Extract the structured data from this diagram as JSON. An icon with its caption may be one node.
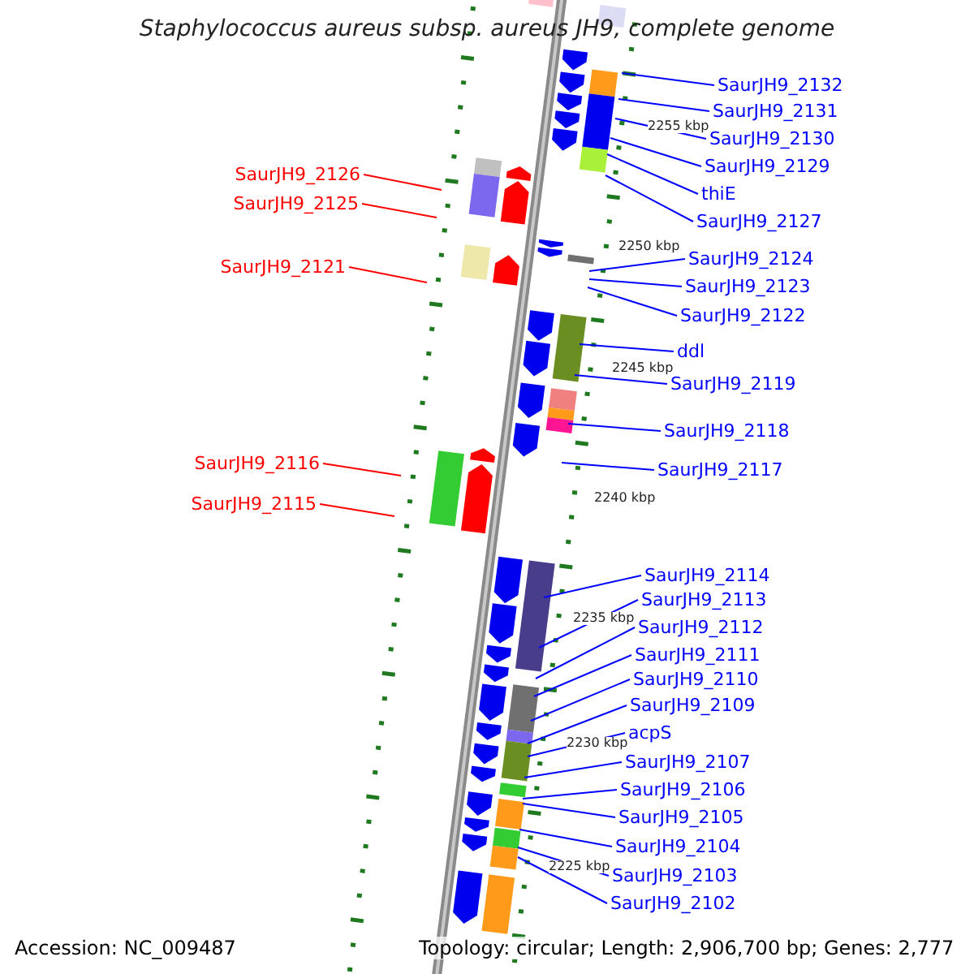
{
  "diagram": {
    "title": "Staphylococcus aureus subsp. aureus JH9, complete genome",
    "nodes": [
      {
        "text": [
          "SaurJH9_2132"
        ]
      },
      {
        "text": [
          "SaurJH9_2131"
        ]
      },
      {
        "text": [
          "SaurJH9_2130"
        ]
      },
      {
        "text": [
          "SaurJH9_2129"
        ]
      },
      {
        "text": [
          "SaurJH9_2126"
        ]
      },
      {
        "text": [
          "thiE"
        ]
      },
      {
        "text": [
          "SaurJH9_2125"
        ]
      },
      {
        "text": [
          "SaurJH9_2127"
        ]
      },
      {
        "text": [
          "SaurJH9_2124"
        ]
      },
      {
        "text": [
          "SaurJH9_2121"
        ]
      },
      {
        "text": [
          "SaurJH9_2123"
        ]
      },
      {
        "text": [
          "SaurJH9_2122"
        ]
      },
      {
        "text": [
          "ddl"
        ]
      },
      {
        "text": [
          "SaurJH9_2119"
        ]
      },
      {
        "text": [
          "SaurJH9_2118"
        ]
      },
      {
        "text": [
          "SaurJH9_2116"
        ]
      },
      {
        "text": [
          "SaurJH9_2117"
        ]
      },
      {
        "text": [
          "SaurJH9_2115"
        ]
      },
      {
        "text": [
          "SaurJH9_2114"
        ]
      },
      {
        "text": [
          "SaurJH9_2113"
        ]
      },
      {
        "text": [
          "SaurJH9_2112"
        ]
      },
      {
        "text": [
          "SaurJH9_2111"
        ]
      },
      {
        "text": [
          "SaurJH9_2110"
        ]
      },
      {
        "text": [
          "SaurJH9_2109"
        ]
      },
      {
        "text": [
          "acpS"
        ]
      },
      {
        "text": [
          "SaurJH9_2107"
        ]
      },
      {
        "text": [
          "SaurJH9_2106"
        ]
      },
      {
        "text": [
          "SaurJH9_2105"
        ]
      },
      {
        "text": [
          "SaurJH9_2104"
        ]
      },
      {
        "text": [
          "SaurJH9_2103"
        ]
      },
      {
        "text": [
          "SaurJH9_2102"
        ]
      }
    ],
    "edges": [
      {
        "from": 0,
        "to": null,
        "arrow": "none"
      },
      {
        "from": 1,
        "to": null,
        "arrow": "none"
      },
      {
        "from": 2,
        "to": null,
        "arrow": "none"
      },
      {
        "from": 3,
        "to": null,
        "arrow": "none"
      },
      {
        "from": 4,
        "to": null,
        "arrow": "none",
        "color": "#ff0000"
      },
      {
        "from": 5,
        "to": null,
        "arrow": "none"
      },
      {
        "from": 6,
        "to": null,
        "arrow": "none",
        "color": "#ff0000"
      },
      {
        "from": 7,
        "to": null,
        "arrow": "none"
      },
      {
        "from": 8,
        "to": null,
        "arrow": "none"
      },
      {
        "from": 9,
        "to": null,
        "arrow": "none",
        "color": "#ff0000"
      },
      {
        "from": 10,
        "to": null,
        "arrow": "none"
      },
      {
        "from": 11,
        "to": null,
        "arrow": "none"
      },
      {
        "from": 12,
        "to": null,
        "arrow": "none"
      },
      {
        "from": 13,
        "to": null,
        "arrow": "none"
      },
      {
        "from": 14,
        "to": null,
        "arrow": "none"
      },
      {
        "from": 15,
        "to": null,
        "arrow": "none",
        "color": "#ff0000"
      },
      {
        "from": 16,
        "to": null,
        "arrow": "none"
      },
      {
        "from": 17,
        "to": null,
        "arrow": "none",
        "color": "#ff0000"
      },
      {
        "from": 18,
        "to": null,
        "arrow": "none"
      },
      {
        "from": 19,
        "to": null,
        "arrow": "none"
      },
      {
        "from": 20,
        "to": null,
        "arrow": "none"
      },
      {
        "from": 21,
        "to": null,
        "arrow": "none"
      },
      {
        "from": 22,
        "to": null,
        "arrow": "none"
      },
      {
        "from": 23,
        "to": null,
        "arrow": "none"
      },
      {
        "from": 24,
        "to": null,
        "arrow": "none"
      },
      {
        "from": 25,
        "to": null,
        "arrow": "none"
      },
      {
        "from": 26,
        "to": null,
        "arrow": "none"
      },
      {
        "from": 27,
        "to": null,
        "arrow": "none"
      },
      {
        "from": 28,
        "to": null,
        "arrow": "none"
      },
      {
        "from": 29,
        "to": null,
        "arrow": "none"
      },
      {
        "from": 30,
        "to": null,
        "arrow": "none"
      }
    ],
    "labels": [
      "2255 kbp",
      "2250 kbp",
      "2245 kbp",
      "2240 kbp",
      "2235 kbp",
      "2230 kbp",
      "2225 kbp",
      "Accession: NC_009487",
      "Topology: circular; Length: 2,906,700 bp; Genes: 2,777"
    ]
  }
}
